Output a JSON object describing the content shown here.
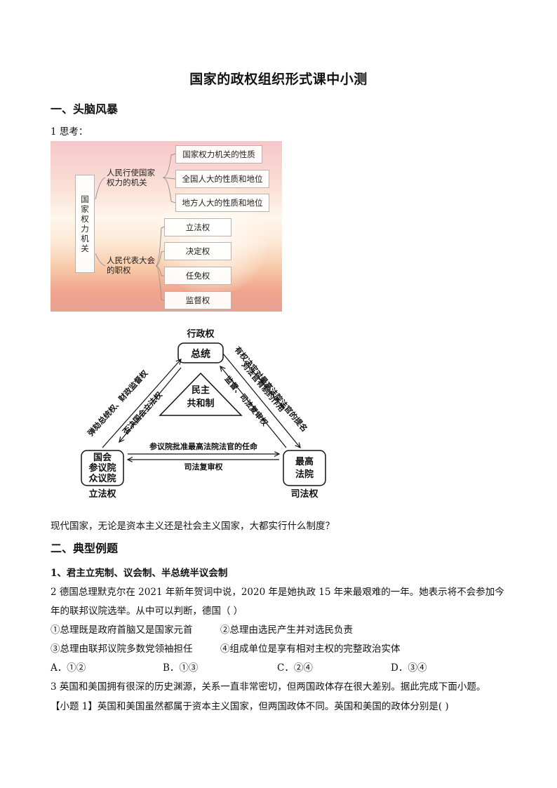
{
  "title": "国家的政权组织形式课中小测",
  "section1": {
    "heading": "一、头脑风暴",
    "q1_label": "1 思考："
  },
  "mindmap": {
    "root": "国家权力机关",
    "branch1": "人民行使国家权力的机关",
    "branch1_items": [
      "国家权力机关的性质",
      "全国人大的性质和地位",
      "地方人大的性质和地位"
    ],
    "branch2": "人民代表大会的职权",
    "branch2_items": [
      "立法权",
      "决定权",
      "任免权",
      "监督权"
    ]
  },
  "triangle": {
    "top_role": "行政权",
    "top_box": "总统",
    "center_line1": "民主",
    "center_line2": "共和制",
    "left_box_line1": "国会",
    "left_box_line2": "参议院",
    "left_box_line3": "众议院",
    "left_role": "立法权",
    "right_box_line1": "最高",
    "right_box_line2": "法院",
    "right_role": "司法权",
    "left_outer": "弹劾总统权、财政监督权",
    "left_inner": "否决国会立法权",
    "right_outer": "有权决定对最高法院法官的提名",
    "right_inner1": "对法官有制约作用",
    "right_inner2": "监督、司法复审权",
    "bottom_upper": "参议院批准最高法院法官的任命",
    "bottom_lower": "司法复审权"
  },
  "question_text": "现代国家，无论是资本主义还是社会主义国家，大都实行什么制度？",
  "section2": {
    "heading": "二、典型例题",
    "sub1": "1、君主立宪制、议会制、半总统半议会制",
    "q2_line1": "2 德国总理默克尔在 2021 年新年贺词中说，2020 年是她执政 15 年来最艰难的一年。她表示将不会参加今",
    "q2_line2": "年的联邦议院选举。从中可以判断，德国（    ）",
    "opt1": "①总理既是政府首脑又是国家元首",
    "opt2": "②总理由选民产生并对选民负责",
    "opt3": "③总理由联邦议院多数党领袖担任",
    "opt4": "④组成单位是享有相对主权的完整政治实体",
    "choiceA": "A．①②",
    "choiceB": "B．①③",
    "choiceC": "C．②④",
    "choiceD": "D．③④",
    "q3": "3 英国和美国拥有很深的历史渊源，关系一直非常密切，但两国政体存在很大差别。据此完成下面小题。",
    "q3_sub1": "【小题 1】英国和美国虽然都属于资本主义国家，但两国政体不同。英国和美国的政体分别是(    )"
  }
}
